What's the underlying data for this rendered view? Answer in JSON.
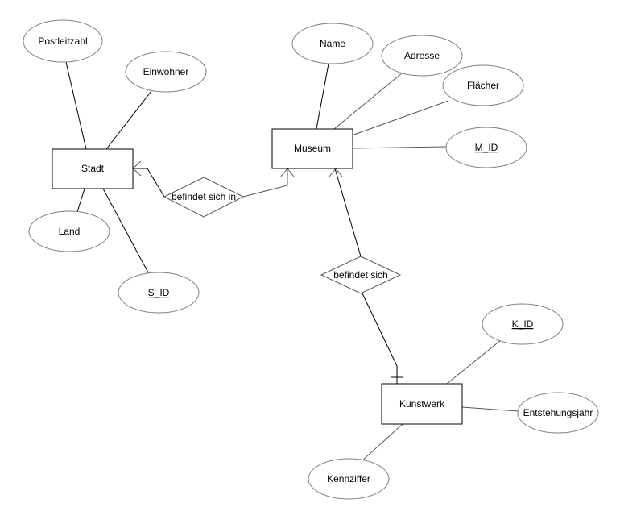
{
  "entities": {
    "stadt": "Stadt",
    "museum": "Museum",
    "kunstwerk": "Kunstwerk"
  },
  "attributes": {
    "postleitzahl": "Postleitzahl",
    "einwohner": "Einwohner",
    "land": "Land",
    "s_id": "S_ID",
    "name": "Name",
    "adresse": "Adresse",
    "flaecher": "Flächer",
    "m_id": "M_ID",
    "k_id": "K_ID",
    "entstehungsjahr": "Entstehungsjahr",
    "kennziffer": "Kennziffer"
  },
  "relationships": {
    "stadt_museum": "befindet sich in",
    "museum_kunstwerk": "befindet sich"
  }
}
